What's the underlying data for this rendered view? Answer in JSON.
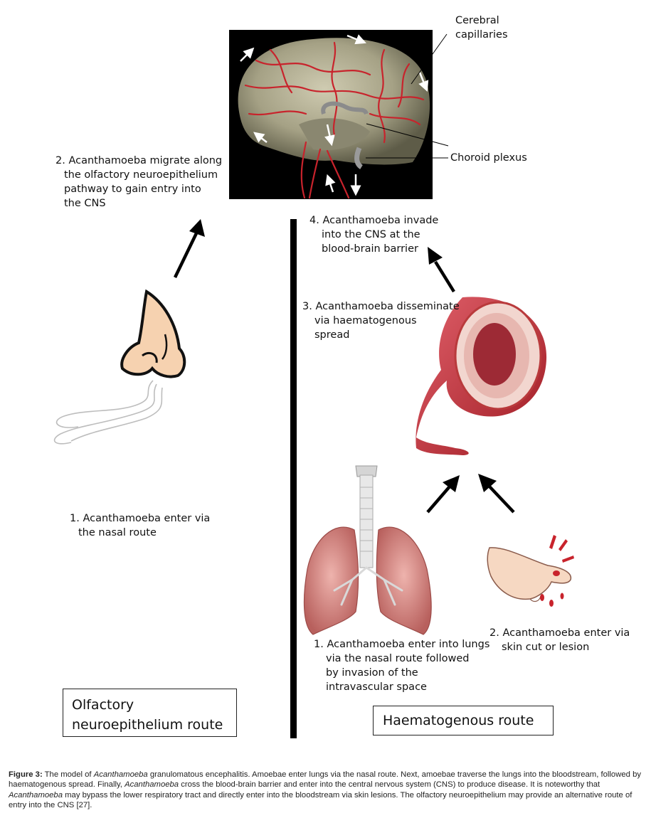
{
  "labels": {
    "cerebral_capillaries": [
      "Cerebral",
      "capillaries"
    ],
    "choroid_plexus": "Choroid plexus",
    "olfactory_step1": [
      "1.  Acanthamoeba  enter via",
      "the nasal route"
    ],
    "olfactory_step2": [
      "2.  Acanthamoeba  migrate along",
      "the olfactory neuroepithelium",
      "pathway to gain entry into",
      "the CNS"
    ],
    "haem_step1": [
      "1.  Acanthamoeba   enter into lungs",
      "via the nasal route followed",
      "by invasion of the",
      "intravascular space"
    ],
    "haem_step2": [
      "2.  Acanthamoeba  enter via",
      "skin cut or lesion"
    ],
    "haem_step3": [
      "3.  Acanthamoeba  disseminate",
      "via haematogenous",
      "spread"
    ],
    "haem_step4": [
      "4.  Acanthamoeba  invade",
      "into the CNS at the",
      "blood-brain barrier"
    ]
  },
  "route_boxes": {
    "olfactory": [
      "Olfactory",
      "neuroepithelium route"
    ],
    "haematogenous": "Haematogenous route"
  },
  "caption": {
    "figure_label": "Figure 3:",
    "parts": [
      {
        "t": " The model of ",
        "i": false
      },
      {
        "t": "Acanthamoeba",
        "i": true
      },
      {
        "t": " granulomatous encephalitis. Amoebae enter lungs via the nasal route. Next, amoebae traverse the lungs into the bloodstream, followed by haematogenous spread. Finally, ",
        "i": false
      },
      {
        "t": "Acanthamoeba",
        "i": true
      },
      {
        "t": " cross the blood-brain barrier and enter into the central nervous system (CNS) to produce disease. It is noteworthy that ",
        "i": false
      },
      {
        "t": "Acanthamoeba",
        "i": true
      },
      {
        "t": " may bypass the lower respiratory tract and directly enter into the bloodstream via skin lesions. The olfactory neuroepithelium may provide an alternative route of entry into the CNS [27].",
        "i": false
      }
    ]
  },
  "colors": {
    "artery_red": "#c8232c",
    "brain_tissue": "#a9a68a",
    "skin": "#f6d2b0",
    "lung_pink": "#d98a86",
    "black": "#000000"
  }
}
